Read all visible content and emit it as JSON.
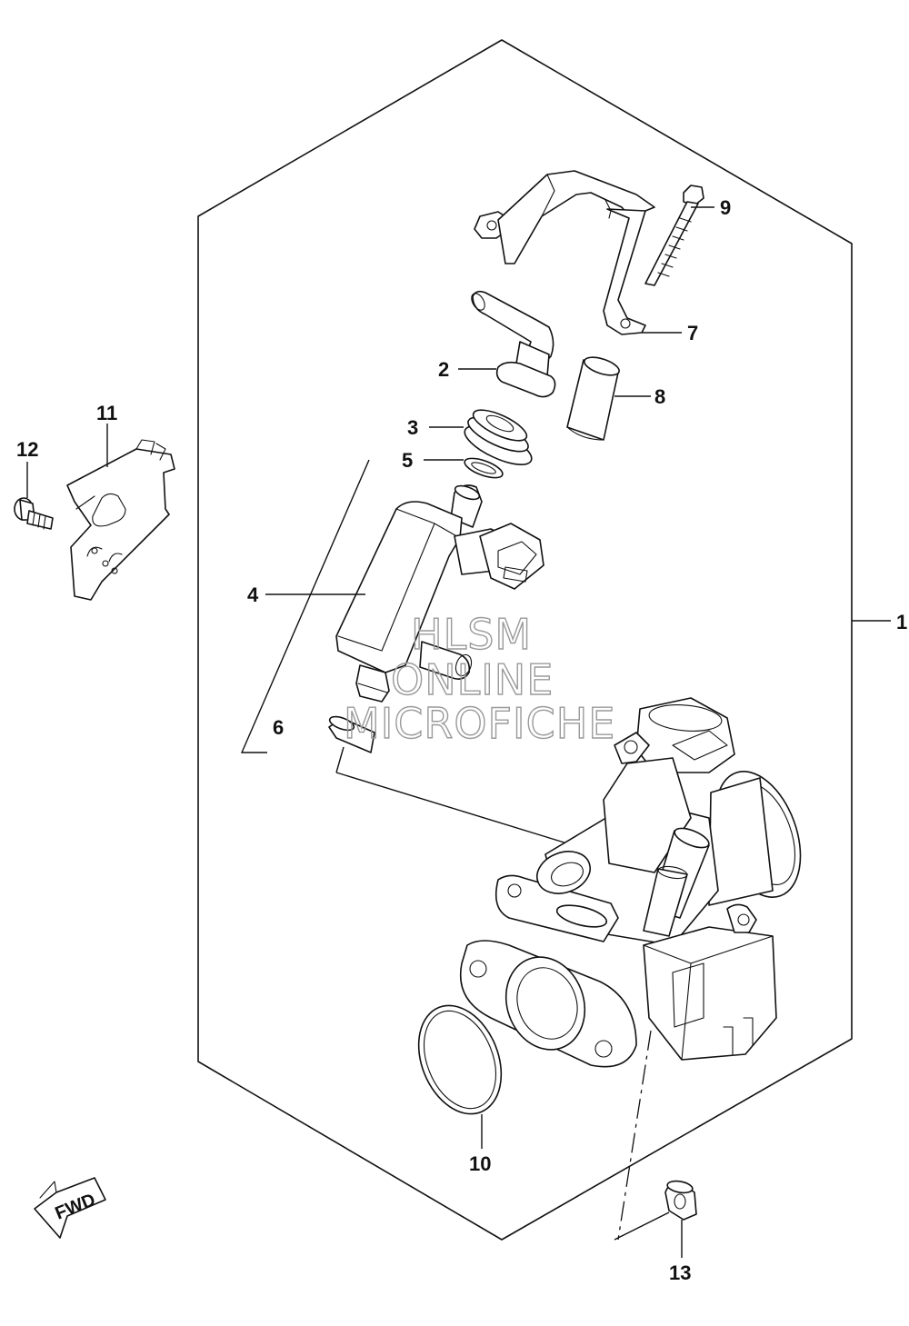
{
  "watermark": {
    "line1": "HLSM",
    "line2": "ONLINE",
    "line3": "MICROFICHE"
  },
  "direction_badge": "FWD",
  "callouts": [
    {
      "id": "1",
      "part": "throttle-body-assembly"
    },
    {
      "id": "2",
      "part": "injector-cap-hose-joint"
    },
    {
      "id": "3",
      "part": "cushion-grommet"
    },
    {
      "id": "4",
      "part": "fuel-injector"
    },
    {
      "id": "5",
      "part": "o-ring-upper"
    },
    {
      "id": "6",
      "part": "seal-lower"
    },
    {
      "id": "7",
      "part": "injector-bracket"
    },
    {
      "id": "8",
      "part": "spacer-collar"
    },
    {
      "id": "9",
      "part": "long-screw"
    },
    {
      "id": "10",
      "part": "o-ring-large"
    },
    {
      "id": "11",
      "part": "cable-bracket"
    },
    {
      "id": "12",
      "part": "bolt"
    },
    {
      "id": "13",
      "part": "nut"
    }
  ]
}
